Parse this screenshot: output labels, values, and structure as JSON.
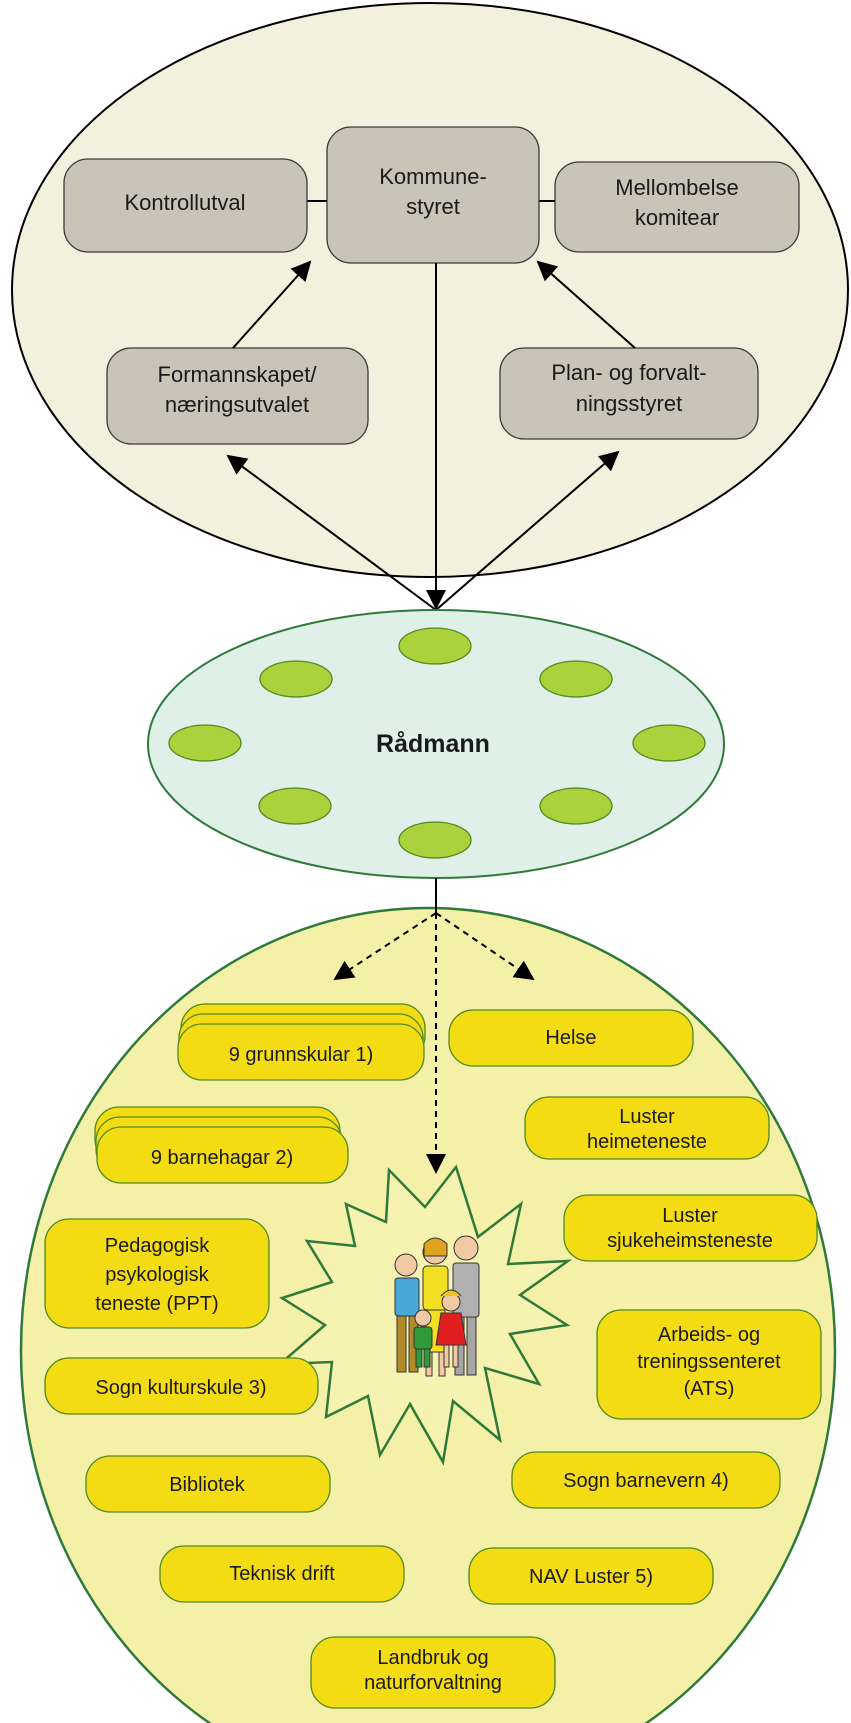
{
  "council": {
    "kommunestyret": [
      "Kommune-",
      "styret"
    ],
    "kontrollutval": [
      "Kontrollutval"
    ],
    "mellombelse_komitear": [
      "Mellombelse",
      "komitear"
    ],
    "formannskapet": [
      "Formannskapet/",
      "næringsutvalet"
    ],
    "plan_forvaltning": [
      "Plan- og forvalt-",
      "ningsstyret"
    ]
  },
  "admin": {
    "radmann": "Rådmann"
  },
  "services": {
    "grunnskular": [
      "9 grunnskular 1)"
    ],
    "barnehagar": [
      "9 barnehagar 2)"
    ],
    "ppt": [
      "Pedagogisk",
      "psykologisk",
      "teneste (PPT)"
    ],
    "kulturskule": [
      "Sogn kulturskule 3)"
    ],
    "bibliotek": [
      "Bibliotek"
    ],
    "teknisk_drift": [
      "Teknisk drift"
    ],
    "landbruk": [
      "Landbruk og",
      "naturforvaltning"
    ],
    "helse": [
      "Helse"
    ],
    "heimeteneste": [
      "Luster",
      "heimeteneste"
    ],
    "sjukeheim": [
      "Luster",
      "sjukeheimsteneste"
    ],
    "ats": [
      "Arbeids- og",
      "treningssenteret",
      "(ATS)"
    ],
    "barnevern": [
      "Sogn barnevern 4)"
    ],
    "nav": [
      "NAV Luster 5)"
    ]
  },
  "colors": {
    "council_bg": "#f1f1dd",
    "admin_bg": "#dff0e8",
    "services_bg": "#f4f0a8",
    "box_gray": "#c9c4b8",
    "box_yellow": "#f4dc14",
    "pod_green": "#a9d23c",
    "border_green": "#2f7a3a"
  },
  "icons": {
    "center": "family-group-illustration"
  }
}
